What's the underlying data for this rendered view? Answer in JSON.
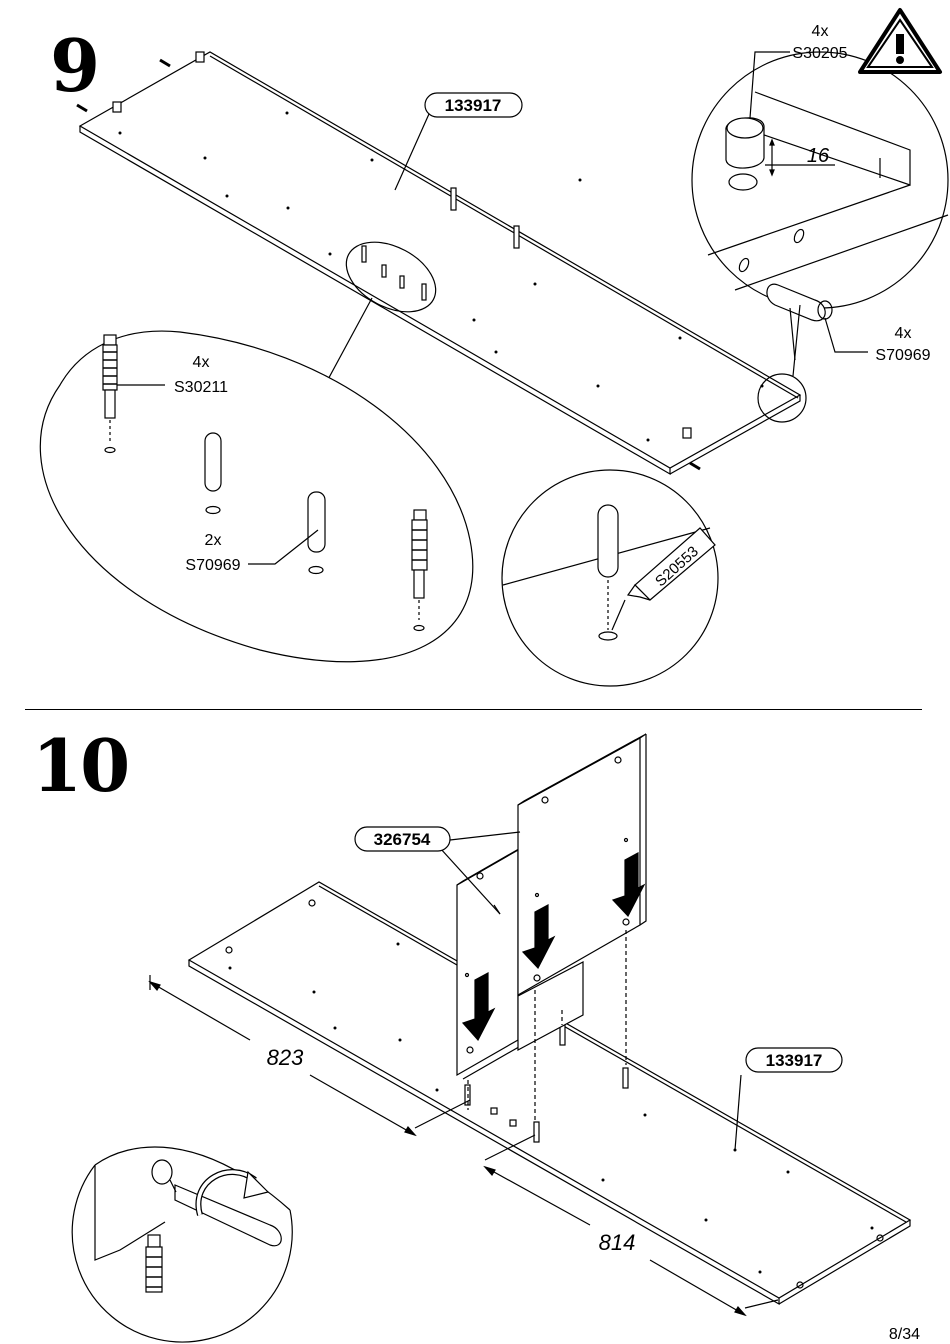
{
  "step9": {
    "number": "9",
    "board_label": "133917",
    "warning_qty": "4x",
    "warning_part": "S30205",
    "depth_dim": "16",
    "dowel_qty": "4x",
    "dowel_part": "S70969",
    "bolt_qty": "4x",
    "bolt_part": "S30211",
    "dowel2_qty": "2x",
    "dowel2_part": "S70969",
    "glue_part": "S20553"
  },
  "step10": {
    "number": "10",
    "panel_label": "326754",
    "board_label": "133917",
    "dim_left": "823",
    "dim_right": "814"
  },
  "footer": {
    "page": "8/34"
  },
  "icons": [
    "warning-icon",
    "turn-arrow-icon",
    "screwdriver-icon"
  ]
}
